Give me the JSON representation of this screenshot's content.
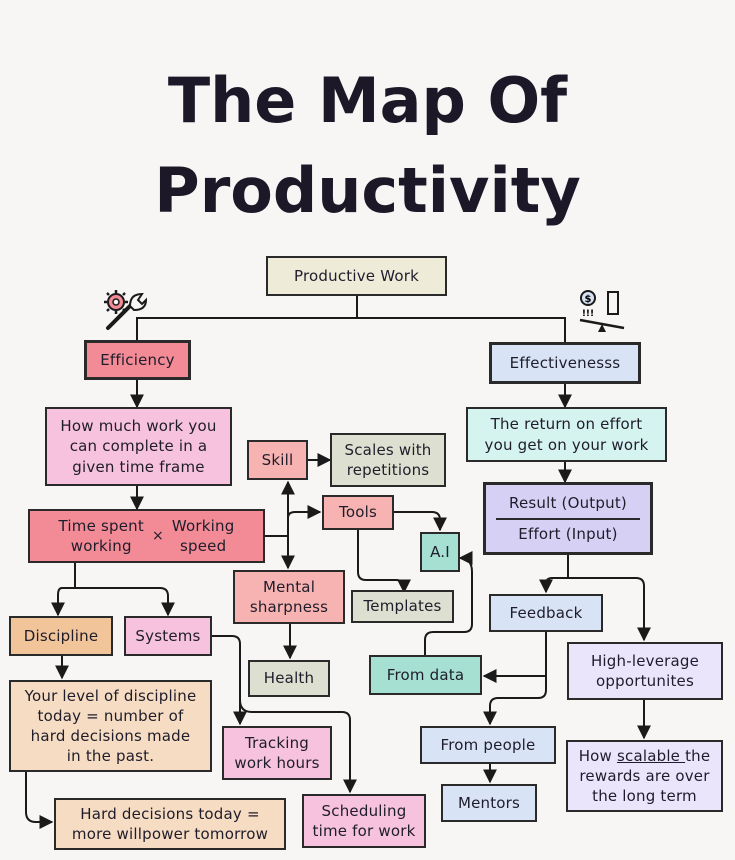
{
  "title": {
    "line1": "The Map Of",
    "line2": "Productivity"
  },
  "nodes": {
    "productive_work": "Productive Work",
    "efficiency": "Efficiency",
    "effectiveness": "Effectivenesss",
    "efficiency_def": [
      "How much work you",
      "can complete in a",
      "given time frame"
    ],
    "effectiveness_def": [
      "The return on effort",
      "you get on your work"
    ],
    "time_spent": [
      "Time spent",
      "working"
    ],
    "times": "×",
    "working_speed": [
      "Working",
      "speed"
    ],
    "result": "Result (Output)",
    "effort": "Effort (Input)",
    "skill": "Skill",
    "scales": [
      "Scales with",
      "repetitions"
    ],
    "tools": "Tools",
    "ai": "A.I",
    "mental": [
      "Mental",
      "sharpness"
    ],
    "templates": "Templates",
    "health": "Health",
    "feedback": "Feedback",
    "discipline": "Discipline",
    "systems": "Systems",
    "from_data": "From data",
    "high_leverage": [
      "High-leverage",
      "opportunites"
    ],
    "discipline_def": [
      "Your level of discipline",
      "today = number of",
      "hard decisions made",
      "in the past."
    ],
    "tracking": [
      "Tracking",
      "work hours"
    ],
    "from_people": "From people",
    "scalable_pre": "How ",
    "scalable_word": "scalable ",
    "scalable_post": "the",
    "scalable_rest": [
      "rewards are over",
      "the long term"
    ],
    "hard_decisions": [
      "Hard decisions today =",
      "more willpower tomorrow"
    ],
    "scheduling": [
      "Scheduling",
      "time for work"
    ],
    "mentors": "Mentors"
  },
  "colors": {
    "pink": "#f6c2dd",
    "red": "#f28b96",
    "cream": "#efebd9",
    "blue": "#d8e4f5",
    "lavender": "#d6d1f4",
    "mint": "#d5f3ef",
    "teal": "#a5e0d2",
    "orange": "#f2c49a"
  },
  "icons": [
    "gear-wrench-icon",
    "balance-scale-icon"
  ]
}
